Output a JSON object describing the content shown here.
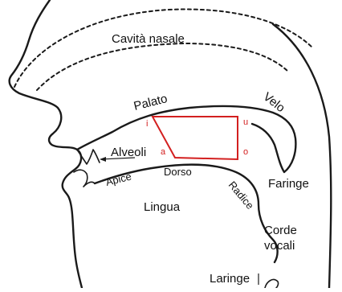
{
  "diagram": {
    "labels": {
      "nasal_cavity": "Cavità nasale",
      "palate": "Palato",
      "velum": "Velo",
      "alveoli": "Alveoli",
      "tip": "Apice",
      "dorsum": "Dorso",
      "root": "Radice",
      "pharynx": "Faringe",
      "tongue": "Lingua",
      "vocal_cords_line1": "Corde",
      "vocal_cords_line2": "vocali",
      "larynx": "Laringe"
    },
    "vowel_trapezoid": {
      "color": "#d32020",
      "corners": {
        "front_high": "i",
        "back_high": "u",
        "front_low": "a",
        "back_low": "o"
      }
    }
  }
}
